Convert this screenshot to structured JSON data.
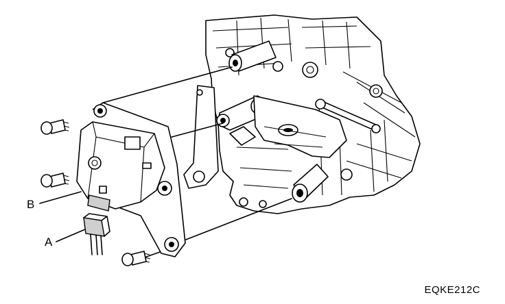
{
  "diagram": {
    "labels": {
      "a": "A",
      "b": "B"
    },
    "figure_code": "EQKE212C",
    "colors": {
      "line": "#000000",
      "background": "#ffffff",
      "shade": "#cfcfcf"
    }
  }
}
